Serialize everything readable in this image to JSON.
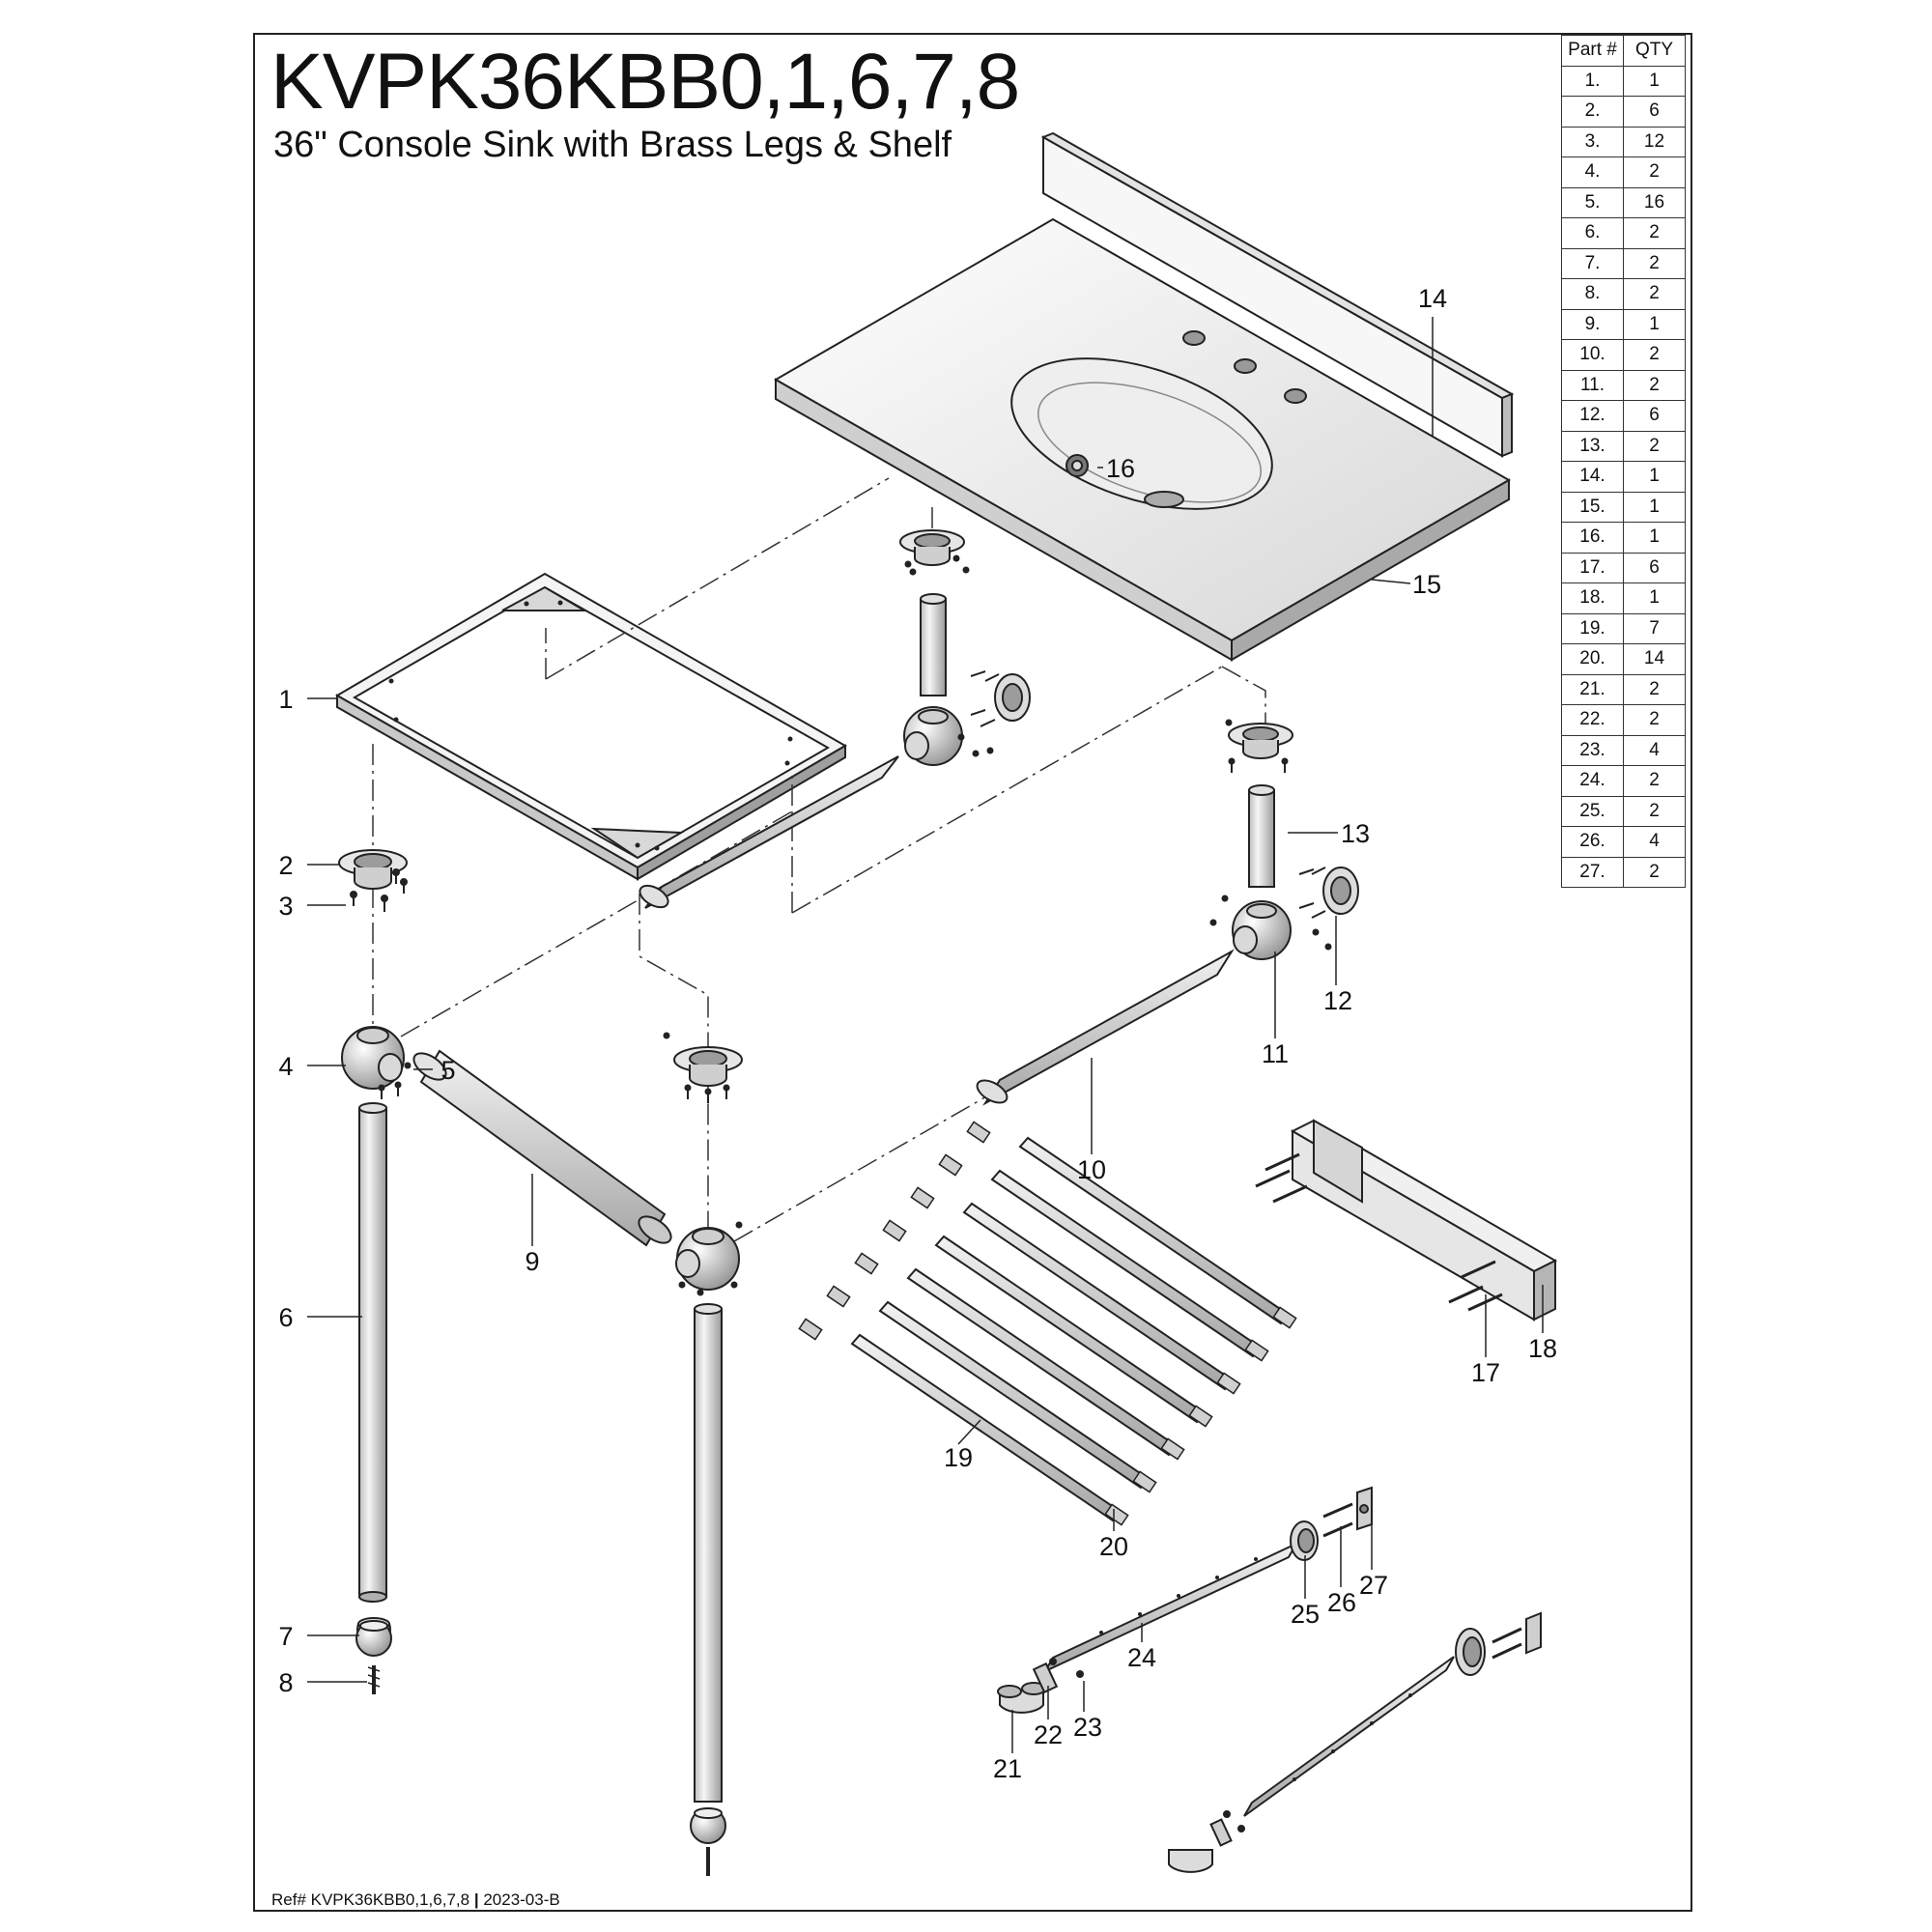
{
  "header": {
    "title": "KVPK36KBB0,1,6,7,8",
    "subtitle": "36\" Console Sink with Brass Legs & Shelf"
  },
  "footer": {
    "ref": "Ref# KVPK36KBB0,1,6,7,8",
    "separator": "|",
    "revision": "2023-03-B"
  },
  "parts_table": {
    "headers": [
      "Part #",
      "QTY"
    ],
    "rows": [
      [
        "1.",
        "1"
      ],
      [
        "2.",
        "6"
      ],
      [
        "3.",
        "12"
      ],
      [
        "4.",
        "2"
      ],
      [
        "5.",
        "16"
      ],
      [
        "6.",
        "2"
      ],
      [
        "7.",
        "2"
      ],
      [
        "8.",
        "2"
      ],
      [
        "9.",
        "1"
      ],
      [
        "10.",
        "2"
      ],
      [
        "11.",
        "2"
      ],
      [
        "12.",
        "6"
      ],
      [
        "13.",
        "2"
      ],
      [
        "14.",
        "1"
      ],
      [
        "15.",
        "1"
      ],
      [
        "16.",
        "1"
      ],
      [
        "17.",
        "6"
      ],
      [
        "18.",
        "1"
      ],
      [
        "19.",
        "7"
      ],
      [
        "20.",
        "14"
      ],
      [
        "21.",
        "2"
      ],
      [
        "22.",
        "2"
      ],
      [
        "23.",
        "4"
      ],
      [
        "24.",
        "2"
      ],
      [
        "25.",
        "2"
      ],
      [
        "26.",
        "4"
      ],
      [
        "27.",
        "2"
      ]
    ]
  },
  "callouts": [
    "1",
    "2",
    "3",
    "4",
    "5",
    "6",
    "7",
    "8",
    "9",
    "10",
    "11",
    "12",
    "13",
    "14",
    "15",
    "16",
    "17",
    "18",
    "19",
    "20",
    "21",
    "22",
    "23",
    "24",
    "25",
    "26",
    "27"
  ]
}
